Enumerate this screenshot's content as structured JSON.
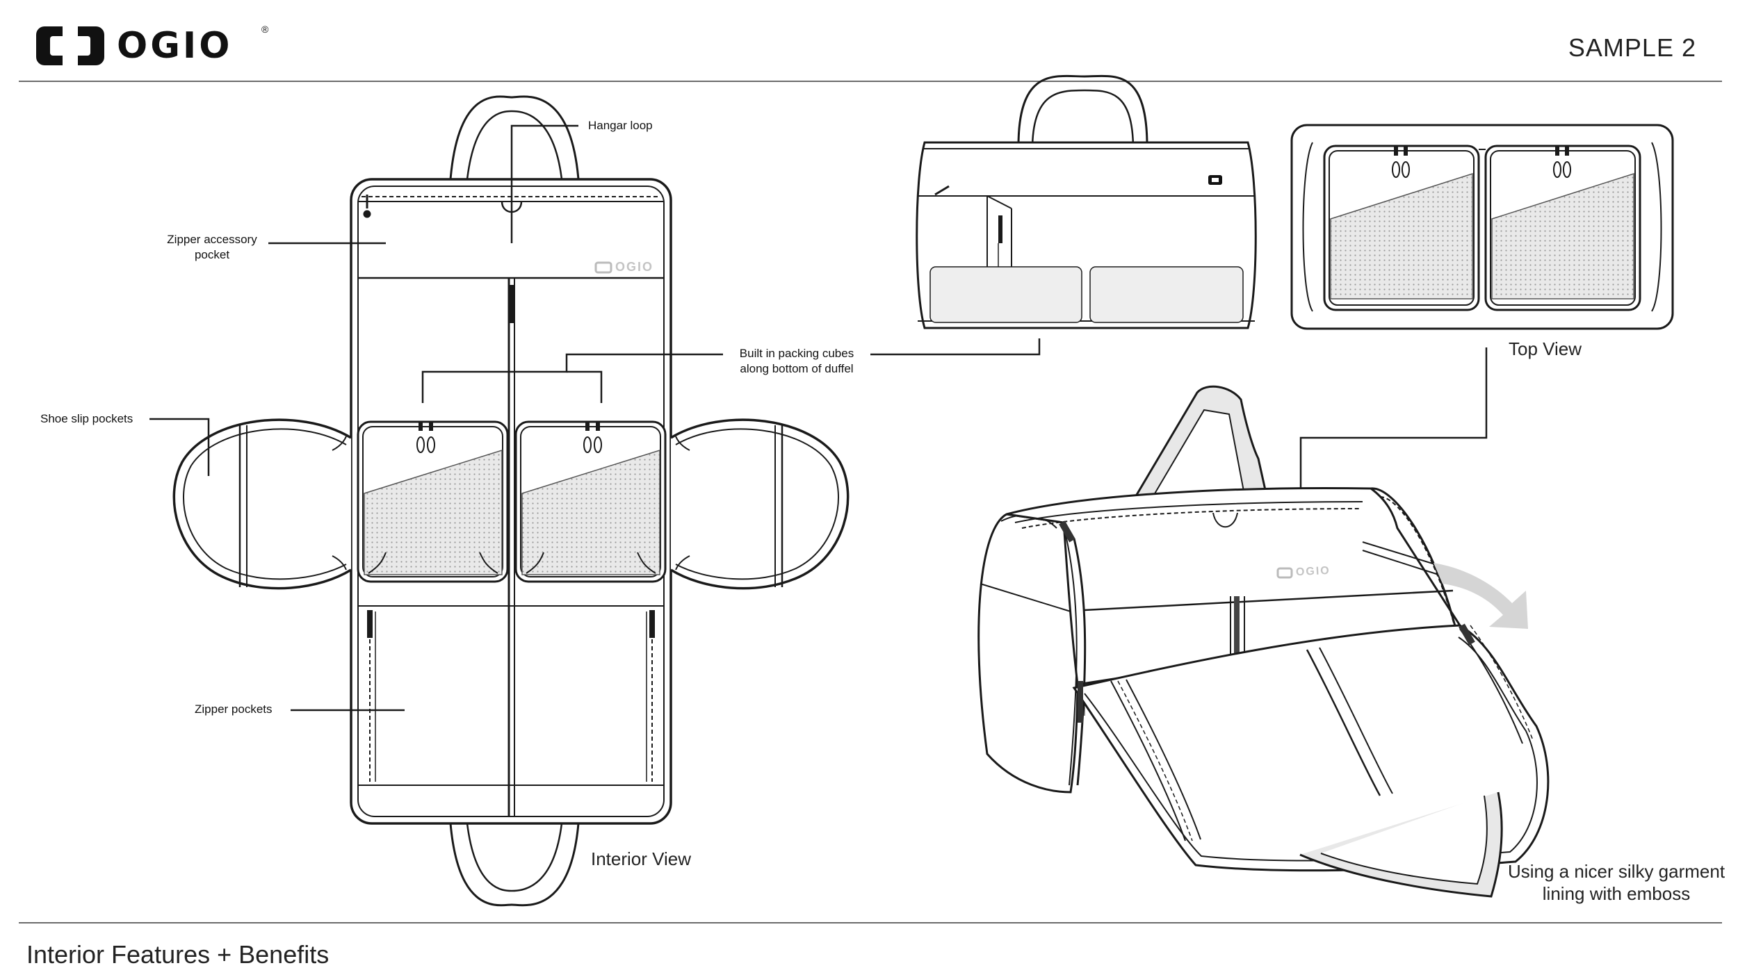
{
  "header": {
    "brand": "OGIO",
    "registered_mark": "®",
    "sample_label": "SAMPLE 2"
  },
  "callouts": {
    "hangar_loop": "Hangar loop",
    "zipper_accessory_pocket_line1": "Zipper accessory",
    "zipper_accessory_pocket_line2": "pocket",
    "shoe_slip_pockets": "Shoe slip pockets",
    "packing_cubes_line1": "Built in packing cubes",
    "packing_cubes_line2": "along bottom of duffel",
    "zipper_pockets": "Zipper pockets"
  },
  "captions": {
    "interior_view": "Interior View",
    "top_view": "Top View",
    "lining_line1": "Using a nicer silky garment",
    "lining_line2": "lining with emboss"
  },
  "footer": {
    "title": "Interior Features + Benefits"
  },
  "emboss_logo": "OGIO",
  "colors": {
    "line": "#1a1a1a",
    "rule": "#6b6b6b",
    "fill_light": "#eeeeee",
    "arrow_gray": "#d5d5d5"
  }
}
